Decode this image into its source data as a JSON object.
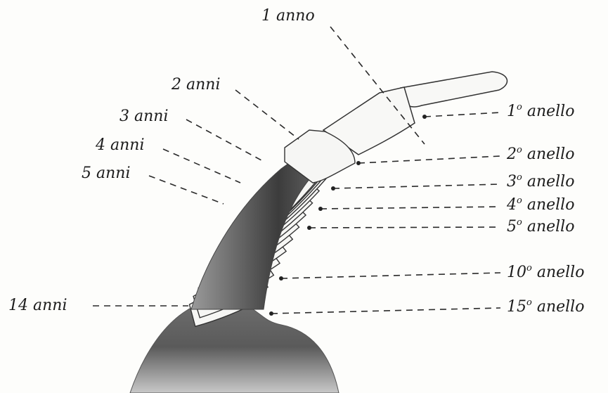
{
  "age_labels": [
    {
      "id": "age-1",
      "text": "1 anno"
    },
    {
      "id": "age-2",
      "text": "2 anni"
    },
    {
      "id": "age-3",
      "text": "3 anni"
    },
    {
      "id": "age-4",
      "text": "4 anni"
    },
    {
      "id": "age-5",
      "text": "5 anni"
    },
    {
      "id": "age-14",
      "text": "14 anni"
    }
  ],
  "ring_labels": [
    {
      "id": "ring-1",
      "num": "1",
      "sup": "o",
      "word": "anello"
    },
    {
      "id": "ring-2",
      "num": "2",
      "sup": "o",
      "word": "anello"
    },
    {
      "id": "ring-3",
      "num": "3",
      "sup": "o",
      "word": "anello"
    },
    {
      "id": "ring-4",
      "num": "4",
      "sup": "o",
      "word": "anello"
    },
    {
      "id": "ring-5",
      "num": "5",
      "sup": "o",
      "word": "anello"
    },
    {
      "id": "ring-10",
      "num": "10",
      "sup": "o",
      "word": "anello"
    },
    {
      "id": "ring-15",
      "num": "15",
      "sup": "o",
      "word": "anello"
    }
  ],
  "colors": {
    "line": "#2a2a2a",
    "horn_dark": "#3a3a3a",
    "horn_mid": "#8a8a8a",
    "horn_light": "#f4f4f2"
  }
}
